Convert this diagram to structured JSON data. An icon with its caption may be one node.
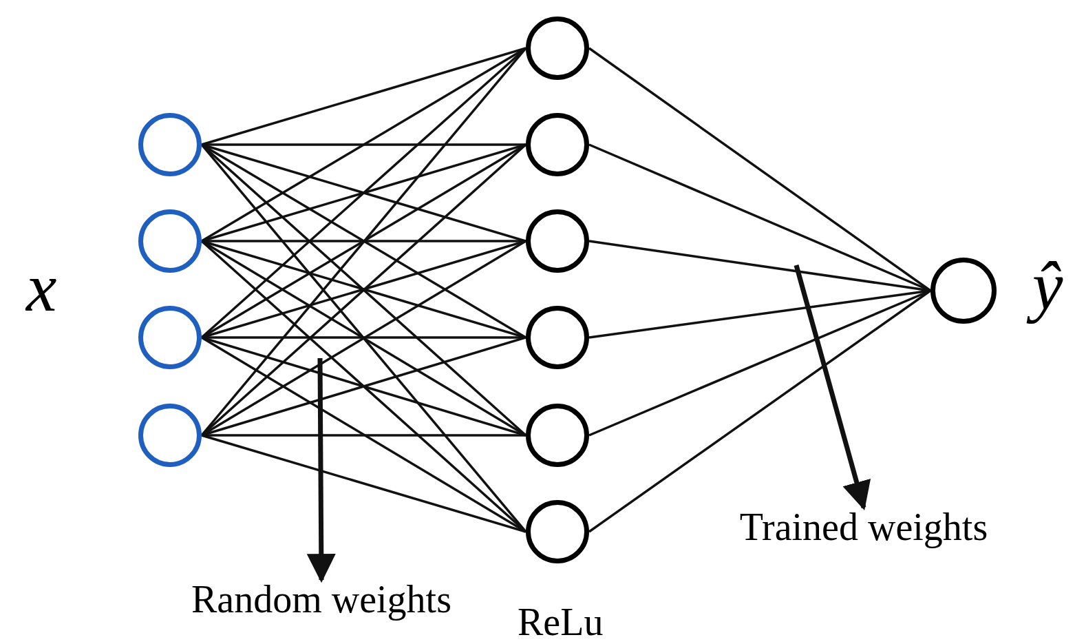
{
  "diagram": {
    "nodes": [
      {
        "text": [],
        "shape": "circle"
      },
      {
        "text": [],
        "shape": "circle"
      },
      {
        "text": [],
        "shape": "circle"
      },
      {
        "text": [],
        "shape": "circle"
      },
      {
        "text": [],
        "shape": "circle"
      },
      {
        "text": [],
        "shape": "circle"
      },
      {
        "text": [],
        "shape": "circle"
      },
      {
        "text": [],
        "shape": "circle"
      },
      {
        "text": [],
        "shape": "circle"
      },
      {
        "text": [],
        "shape": "circle"
      },
      {
        "text": [],
        "shape": "circle"
      },
      {
        "text": [
          "Random weights"
        ]
      },
      {
        "text": [
          "Trained weights"
        ]
      }
    ],
    "edges": [
      {
        "from": 0,
        "to": 4,
        "arrow": "none"
      },
      {
        "from": 0,
        "to": 5,
        "arrow": "none"
      },
      {
        "from": 0,
        "to": 6,
        "arrow": "none"
      },
      {
        "from": 0,
        "to": 7,
        "arrow": "none"
      },
      {
        "from": 0,
        "to": 8,
        "arrow": "none"
      },
      {
        "from": 0,
        "to": 9,
        "arrow": "none"
      },
      {
        "from": 1,
        "to": 4,
        "arrow": "none"
      },
      {
        "from": 1,
        "to": 5,
        "arrow": "none"
      },
      {
        "from": 1,
        "to": 6,
        "arrow": "none"
      },
      {
        "from": 1,
        "to": 7,
        "arrow": "none"
      },
      {
        "from": 1,
        "to": 8,
        "arrow": "none"
      },
      {
        "from": 1,
        "to": 9,
        "arrow": "none"
      },
      {
        "from": 2,
        "to": 4,
        "arrow": "none"
      },
      {
        "from": 2,
        "to": 5,
        "arrow": "none"
      },
      {
        "from": 2,
        "to": 6,
        "arrow": "none"
      },
      {
        "from": 2,
        "to": 7,
        "arrow": "none"
      },
      {
        "from": 2,
        "to": 8,
        "arrow": "none"
      },
      {
        "from": 2,
        "to": 9,
        "arrow": "none"
      },
      {
        "from": 3,
        "to": 4,
        "arrow": "none"
      },
      {
        "from": 3,
        "to": 5,
        "arrow": "none"
      },
      {
        "from": 3,
        "to": 6,
        "arrow": "none"
      },
      {
        "from": 3,
        "to": 7,
        "arrow": "none"
      },
      {
        "from": 3,
        "to": 8,
        "arrow": "none"
      },
      {
        "from": 3,
        "to": 9,
        "arrow": "none"
      },
      {
        "from": 4,
        "to": 10,
        "arrow": "none"
      },
      {
        "from": 5,
        "to": 10,
        "arrow": "none"
      },
      {
        "from": 6,
        "to": 10,
        "arrow": "none"
      },
      {
        "from": 7,
        "to": 10,
        "arrow": "none"
      },
      {
        "from": 8,
        "to": 10,
        "arrow": "none"
      },
      {
        "from": 9,
        "to": 10,
        "arrow": "none"
      },
      {
        "from": null,
        "to": 11,
        "arrow": "to",
        "style": "thick"
      },
      {
        "from": null,
        "to": 12,
        "arrow": "to",
        "style": "thick"
      }
    ],
    "labels": [
      "x",
      "ŷ",
      "ReLu"
    ]
  }
}
